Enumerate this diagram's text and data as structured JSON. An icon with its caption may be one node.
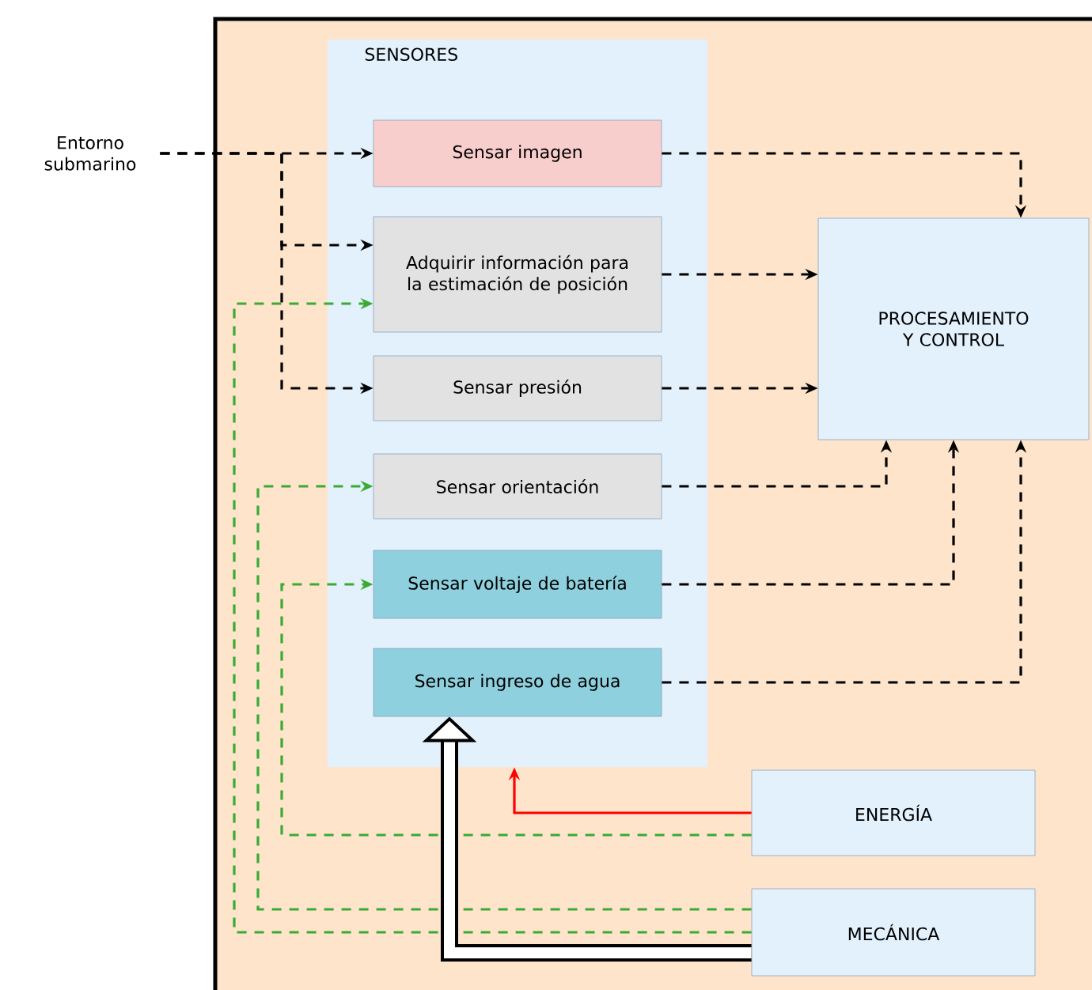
{
  "diagram": {
    "nodes": [
      {
        "text": [
          "Entorno submarino"
        ]
      },
      {
        "text": [
          "SENSORES"
        ]
      },
      {
        "text": [
          "Sensar imagen"
        ],
        "in": 1
      },
      {
        "text": [
          "Adquirir información para la estimación de posición"
        ],
        "in": 1
      },
      {
        "text": [
          "Sensar presión"
        ],
        "in": 1
      },
      {
        "text": [
          "Sensar orientación"
        ],
        "in": 1
      },
      {
        "text": [
          "Sensar voltaje de batería"
        ],
        "in": 1
      },
      {
        "text": [
          "Sensar ingreso de agua"
        ],
        "in": 1
      },
      {
        "text": [
          "PROCESAMIENTO Y CONTROL"
        ]
      },
      {
        "text": [
          "ENERGÍA"
        ]
      },
      {
        "text": [
          "MECÁNICA"
        ]
      }
    ],
    "edges": [
      {
        "from": 0,
        "to": 2,
        "arrow": "to",
        "style": "dashed"
      },
      {
        "from": 0,
        "to": 3,
        "arrow": "to",
        "style": "dashed"
      },
      {
        "from": 0,
        "to": 4,
        "arrow": "to",
        "style": "dashed"
      },
      {
        "from": 2,
        "to": 8,
        "arrow": "to",
        "style": "dashed"
      },
      {
        "from": 3,
        "to": 8,
        "arrow": "to",
        "style": "dashed"
      },
      {
        "from": 4,
        "to": 8,
        "arrow": "to",
        "style": "dashed"
      },
      {
        "from": 5,
        "to": 8,
        "arrow": "to",
        "style": "dashed"
      },
      {
        "from": 6,
        "to": 8,
        "arrow": "to",
        "style": "dashed"
      },
      {
        "from": 7,
        "to": 8,
        "arrow": "to",
        "style": "dashed"
      },
      {
        "from": 10,
        "to": 3,
        "arrow": "to",
        "style": "dashed",
        "color": "#3aaa35"
      },
      {
        "from": 10,
        "to": 5,
        "arrow": "to",
        "style": "dashed",
        "color": "#3aaa35"
      },
      {
        "from": 9,
        "to": 6,
        "arrow": "to",
        "style": "dashed",
        "color": "#3aaa35"
      },
      {
        "from": 9,
        "to": 1,
        "arrow": "to",
        "color": "#ff0000"
      },
      {
        "from": 10,
        "to": 7,
        "arrow": "to",
        "style": "thick"
      }
    ]
  }
}
